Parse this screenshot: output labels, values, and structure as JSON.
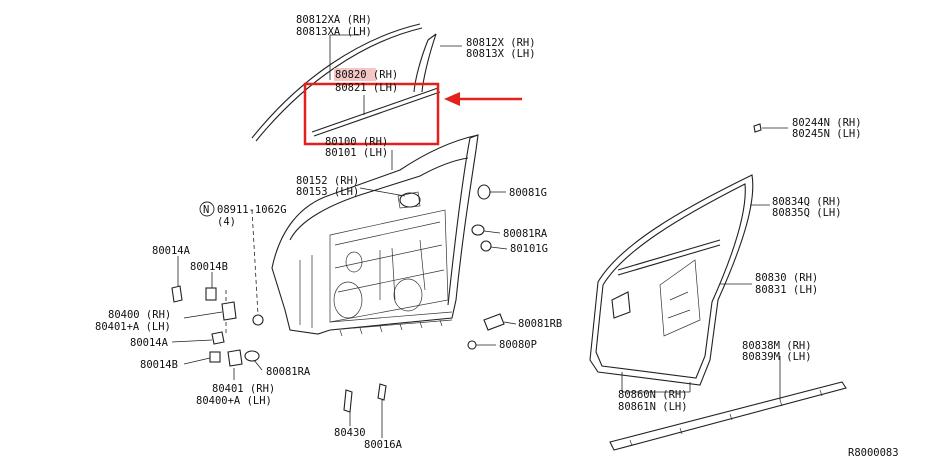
{
  "colors": {
    "highlight_box": "#e3201b",
    "arrow": "#e3201b",
    "label_highlight": "#f4c6c6",
    "line_art": "#222222"
  },
  "labels": {
    "l_80812XA": "80812XA (RH)",
    "l_80813XA": "80813XA (LH)",
    "l_80812X": "80812X (RH)",
    "l_80813X": "80813X (LH)",
    "l_80820": "80820 (RH)",
    "l_80821": "80821 (LH)",
    "l_80100": "80100 (RH)",
    "l_80101": "80101 (LH)",
    "l_80152": "80152 (RH)",
    "l_80153": "80153 (LH)",
    "l_08911": "08911-1062G",
    "l_08911_qty": "(4)",
    "l_80014A_1": "80014A",
    "l_80014B_1": "80014B",
    "l_80400": "80400 (RH)",
    "l_80401A": "80401+A (LH)",
    "l_80014A_2": "80014A",
    "l_80014B_2": "80014B",
    "l_80401": "80401 (RH)",
    "l_80400A": "80400+A (LH)",
    "l_80081RA_b": "80081RA",
    "l_80430": "80430",
    "l_80016A": "80016A",
    "l_80081G": "80081G",
    "l_80081RA": "80081RA",
    "l_80101G": "80101G",
    "l_80081RB": "80081RB",
    "l_80080P": "80080P",
    "l_80244N": "80244N (RH)",
    "l_80245N": "80245N (LH)",
    "l_80834Q": "80834Q (RH)",
    "l_80835Q": "80835Q (LH)",
    "l_80830": "80830 (RH)",
    "l_80831": "80831 (LH)",
    "l_80838M": "80838M (RH)",
    "l_80839M": "80839M (LH)",
    "l_80860N": "80860N (RH)",
    "l_80861N": "80861N (LH)",
    "diagram_code": "R8000083",
    "circle_marker": "N"
  }
}
